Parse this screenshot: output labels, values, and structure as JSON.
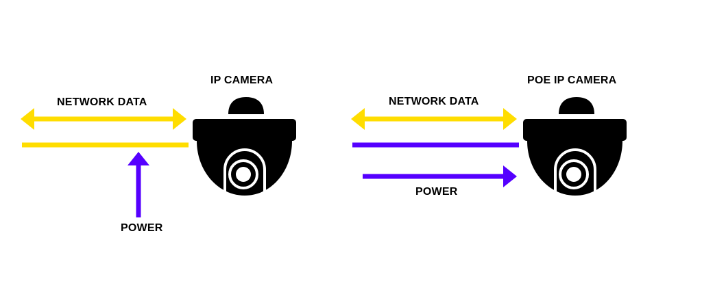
{
  "colors": {
    "network": "#FFDD00",
    "power": "#5500FF",
    "camera": "#000000"
  },
  "left": {
    "camera_label": "IP CAMERA",
    "network_label": "NETWORK DATA",
    "power_label": "POWER"
  },
  "right": {
    "camera_label": "POE IP CAMERA",
    "network_label": "NETWORK DATA",
    "power_label": "POWER"
  }
}
